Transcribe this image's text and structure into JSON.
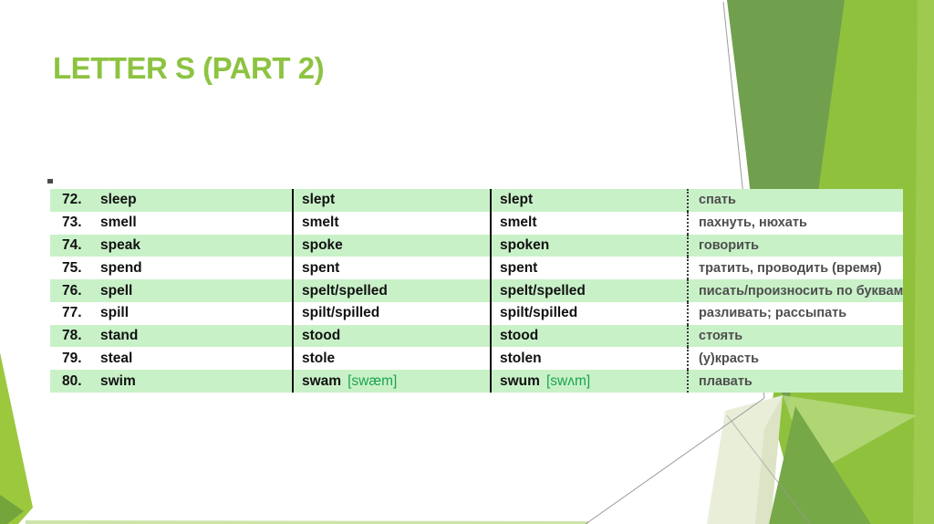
{
  "slide": {
    "title": "LETTER S (PART 2)"
  },
  "colors": {
    "title-green": "#8dc341",
    "row-green": "#c9f1c8",
    "ipa-green": "#1aa44d",
    "trans-gray": "#4e4e4e",
    "olive": "#70a04e",
    "lime": "#8fc13d",
    "lime-light": "#9dca4f",
    "cream": "#e9eed9",
    "cream-dark": "#dde4c6",
    "mid-green": "#76a848",
    "overlay-green": "#b5d97c",
    "wedge-lime": "#9cc83e",
    "wedge-dark": "#74a53c",
    "bottom-sliver": "#cde4a9",
    "hairline": "#9b9b9b"
  },
  "table": {
    "rows": [
      {
        "n": "72.",
        "base": "sleep",
        "past": "slept",
        "past_ipa": "",
        "pp": "slept",
        "pp_ipa": "",
        "ru": "спать"
      },
      {
        "n": "73.",
        "base": "smell",
        "past": "smelt",
        "past_ipa": "",
        "pp": "smelt",
        "pp_ipa": "",
        "ru": "пахнуть, нюхать"
      },
      {
        "n": "74.",
        "base": "speak",
        "past": "spoke",
        "past_ipa": "",
        "pp": "spoken",
        "pp_ipa": "",
        "ru": "говорить"
      },
      {
        "n": "75.",
        "base": "spend",
        "past": "spent",
        "past_ipa": "",
        "pp": "spent",
        "pp_ipa": "",
        "ru": "тратить, проводить (время)"
      },
      {
        "n": "76.",
        "base": "spell",
        "past": "spelt/spelled",
        "past_ipa": "",
        "pp": "spelt/spelled",
        "pp_ipa": "",
        "ru": "писать/произносить по буквам"
      },
      {
        "n": "77.",
        "base": "spill",
        "past": "spilt/spilled",
        "past_ipa": "",
        "pp": "spilt/spilled",
        "pp_ipa": "",
        "ru": "разливать; рассыпать"
      },
      {
        "n": "78.",
        "base": "stand",
        "past": "stood",
        "past_ipa": "",
        "pp": "stood",
        "pp_ipa": "",
        "ru": "стоять"
      },
      {
        "n": "79.",
        "base": "steal",
        "past": "stole",
        "past_ipa": "",
        "pp": "stolen",
        "pp_ipa": "",
        "ru": "(у)красть"
      },
      {
        "n": "80.",
        "base": "swim",
        "past": "swam",
        "past_ipa": "[swæm]",
        "pp": "swum",
        "pp_ipa": "[swʌm]",
        "ru": "плавать"
      }
    ]
  }
}
